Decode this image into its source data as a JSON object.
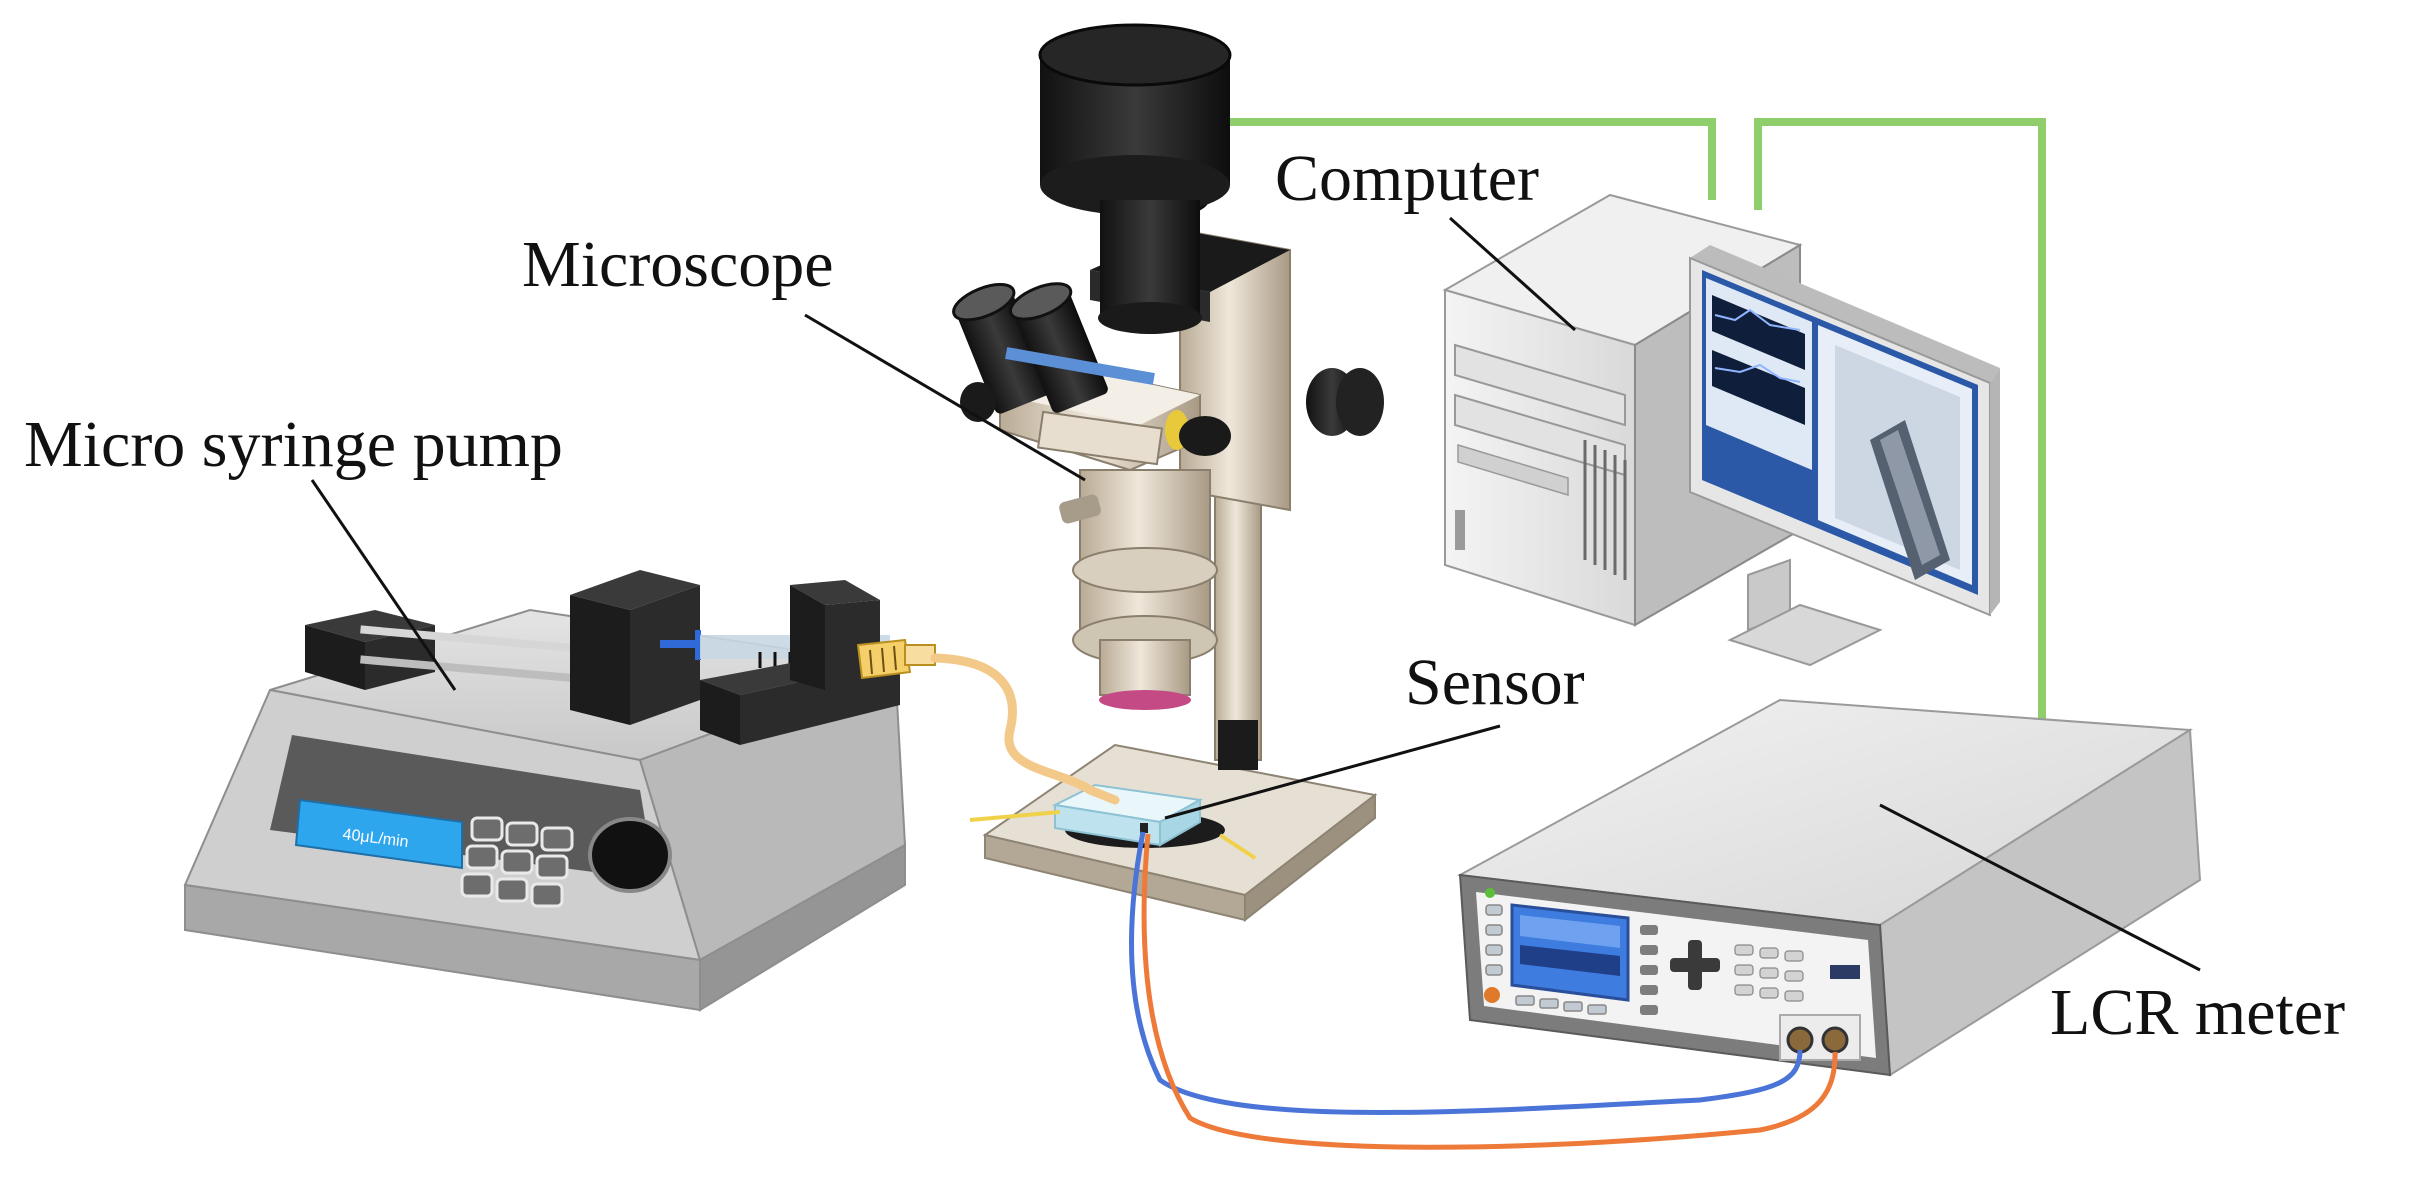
{
  "labels": {
    "computer": "Computer",
    "microscope": "Microscope",
    "pump": "Micro syringe pump",
    "sensor": "Sensor",
    "lcr": "LCR meter"
  },
  "pump_display": "40μL/min",
  "colors": {
    "cable_green": "#8fce6a",
    "cable_blue": "#4a74d8",
    "cable_orange": "#ee7a3a",
    "tube_yellow": "#f3c98a",
    "pump_screen": "#2ea6ee",
    "lcr_screen": "#3f7ce0"
  }
}
